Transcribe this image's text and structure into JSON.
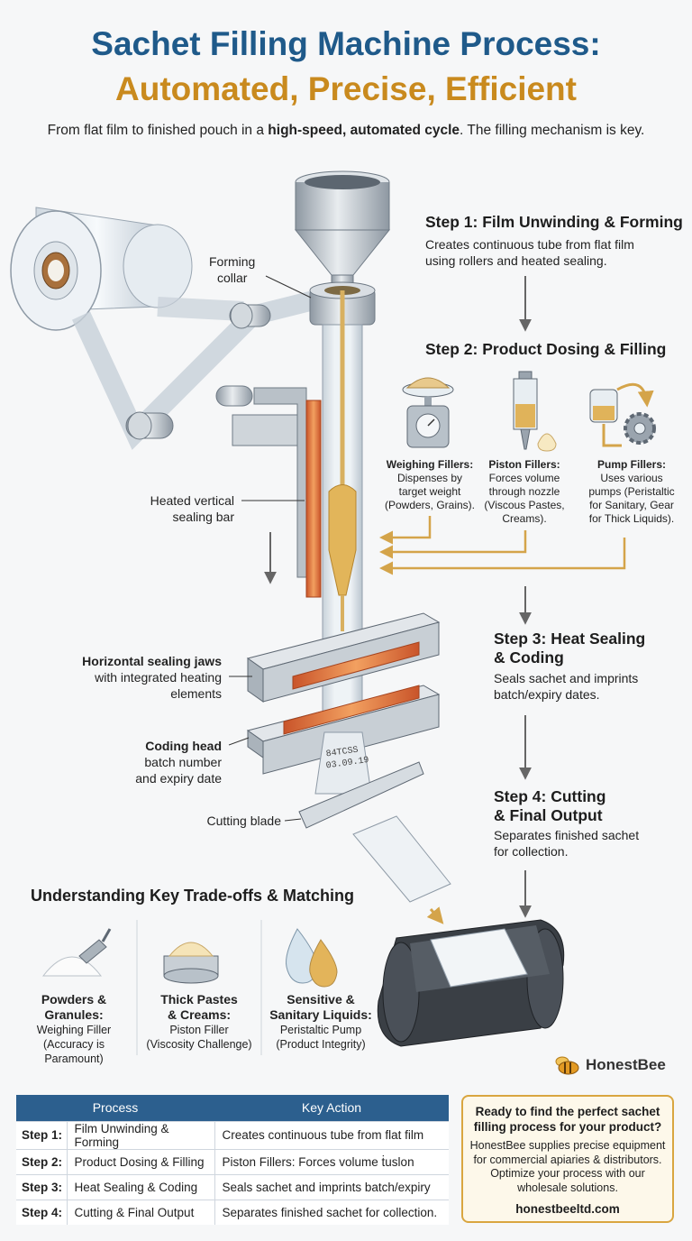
{
  "header": {
    "title_line1": "Sachet Filling Machine Process:",
    "title_line2": "Automated, Precise, Efficient",
    "subtitle_pre": "From flat film to finished pouch in a ",
    "subtitle_bold": "high-speed, automated cycle",
    "subtitle_post": ". The filling mechanism is key."
  },
  "machine_labels": {
    "forming_collar": "Forming\ncollar",
    "vertical_bar": "Heated vertical\nsealing bar",
    "jaws_bold": "Horizontal sealing jaws",
    "jaws_rest": "with integrated heating\nelements",
    "coding_bold": "Coding head",
    "coding_rest": "batch number\nand expiry date",
    "cutting_blade": "Cutting blade",
    "sachet_code_1": "84TCSS",
    "sachet_code_2": "03.09.19"
  },
  "steps": [
    {
      "title": "Step 1: Film Unwinding & Forming",
      "desc": "Creates continuous tube from flat film\nusing rollers and heated sealing."
    },
    {
      "title": "Step 2: Product Dosing & Filling",
      "desc": ""
    },
    {
      "title": "Step 3: Heat Sealing\n& Coding",
      "desc": "Seals sachet and imprints\nbatch/expiry dates."
    },
    {
      "title": "Step 4: Cutting\n& Final Output",
      "desc": "Separates finished sachet\nfor collection."
    }
  ],
  "fillers": [
    {
      "name": "Weighing Fillers:",
      "desc": "Dispenses by\ntarget weight\n(Powders, Grains).",
      "icon": "scale-icon"
    },
    {
      "name": "Piston Fillers:",
      "desc": "Forces volume\nthrough nozzle\n(Viscous Pastes,\nCreams).",
      "icon": "syringe-icon"
    },
    {
      "name": "Pump Fillers:",
      "desc": "Uses various\npumps (Peristaltic\nfor Sanitary, Gear\nfor Thick Liquids).",
      "icon": "pump-gear-icon"
    }
  ],
  "tradeoffs": {
    "heading": "Understanding Key Trade-offs & Matching",
    "items": [
      {
        "title": "Powders &\nGranules:",
        "sub": "Weighing Filler\n(Accuracy is Paramount)",
        "icon": "powder-scoop-icon"
      },
      {
        "title": "Thick Pastes\n& Creams:",
        "sub": "Piston Filler\n(Viscosity Challenge)",
        "icon": "cream-jar-icon"
      },
      {
        "title": "Sensitive &\nSanitary Liquids:",
        "sub": "Peristaltic Pump\n(Product Integrity)",
        "icon": "liquid-drops-icon"
      }
    ]
  },
  "brand": {
    "name": "HonestBee",
    "icon": "bee-icon"
  },
  "process_table": {
    "headers": [
      "Process",
      "Key Action"
    ],
    "rows": [
      {
        "step": "Step 1:",
        "process": "Film Unwinding & Forming",
        "action": "Creates continuous tube from flat film"
      },
      {
        "step": "Step 2:",
        "process": "Product Dosing & Filling",
        "action": "Piston Fillers: Forces volume ṫuslon"
      },
      {
        "step": "Step 3:",
        "process": "Heat Sealing & Coding",
        "action": "Seals sachet and imprints batch/expiry"
      },
      {
        "step": "Step 4:",
        "process": "Cutting & Final Output",
        "action": "Separates finished sachet for collection."
      }
    ]
  },
  "cta": {
    "question": "Ready to find the perfect sachet filling process for your product?",
    "body": "HonestBee supplies precise equipment for commercial apiaries & distributors. Optimize your process with our wholesale solutions.",
    "url": "honestbeeltd.com"
  },
  "colors": {
    "title_blue": "#1f5a8a",
    "title_gold": "#c98a1e",
    "arrow_gold": "#d4a44a",
    "heater": "#e07a3a",
    "table_header": "#2c5f8e"
  }
}
